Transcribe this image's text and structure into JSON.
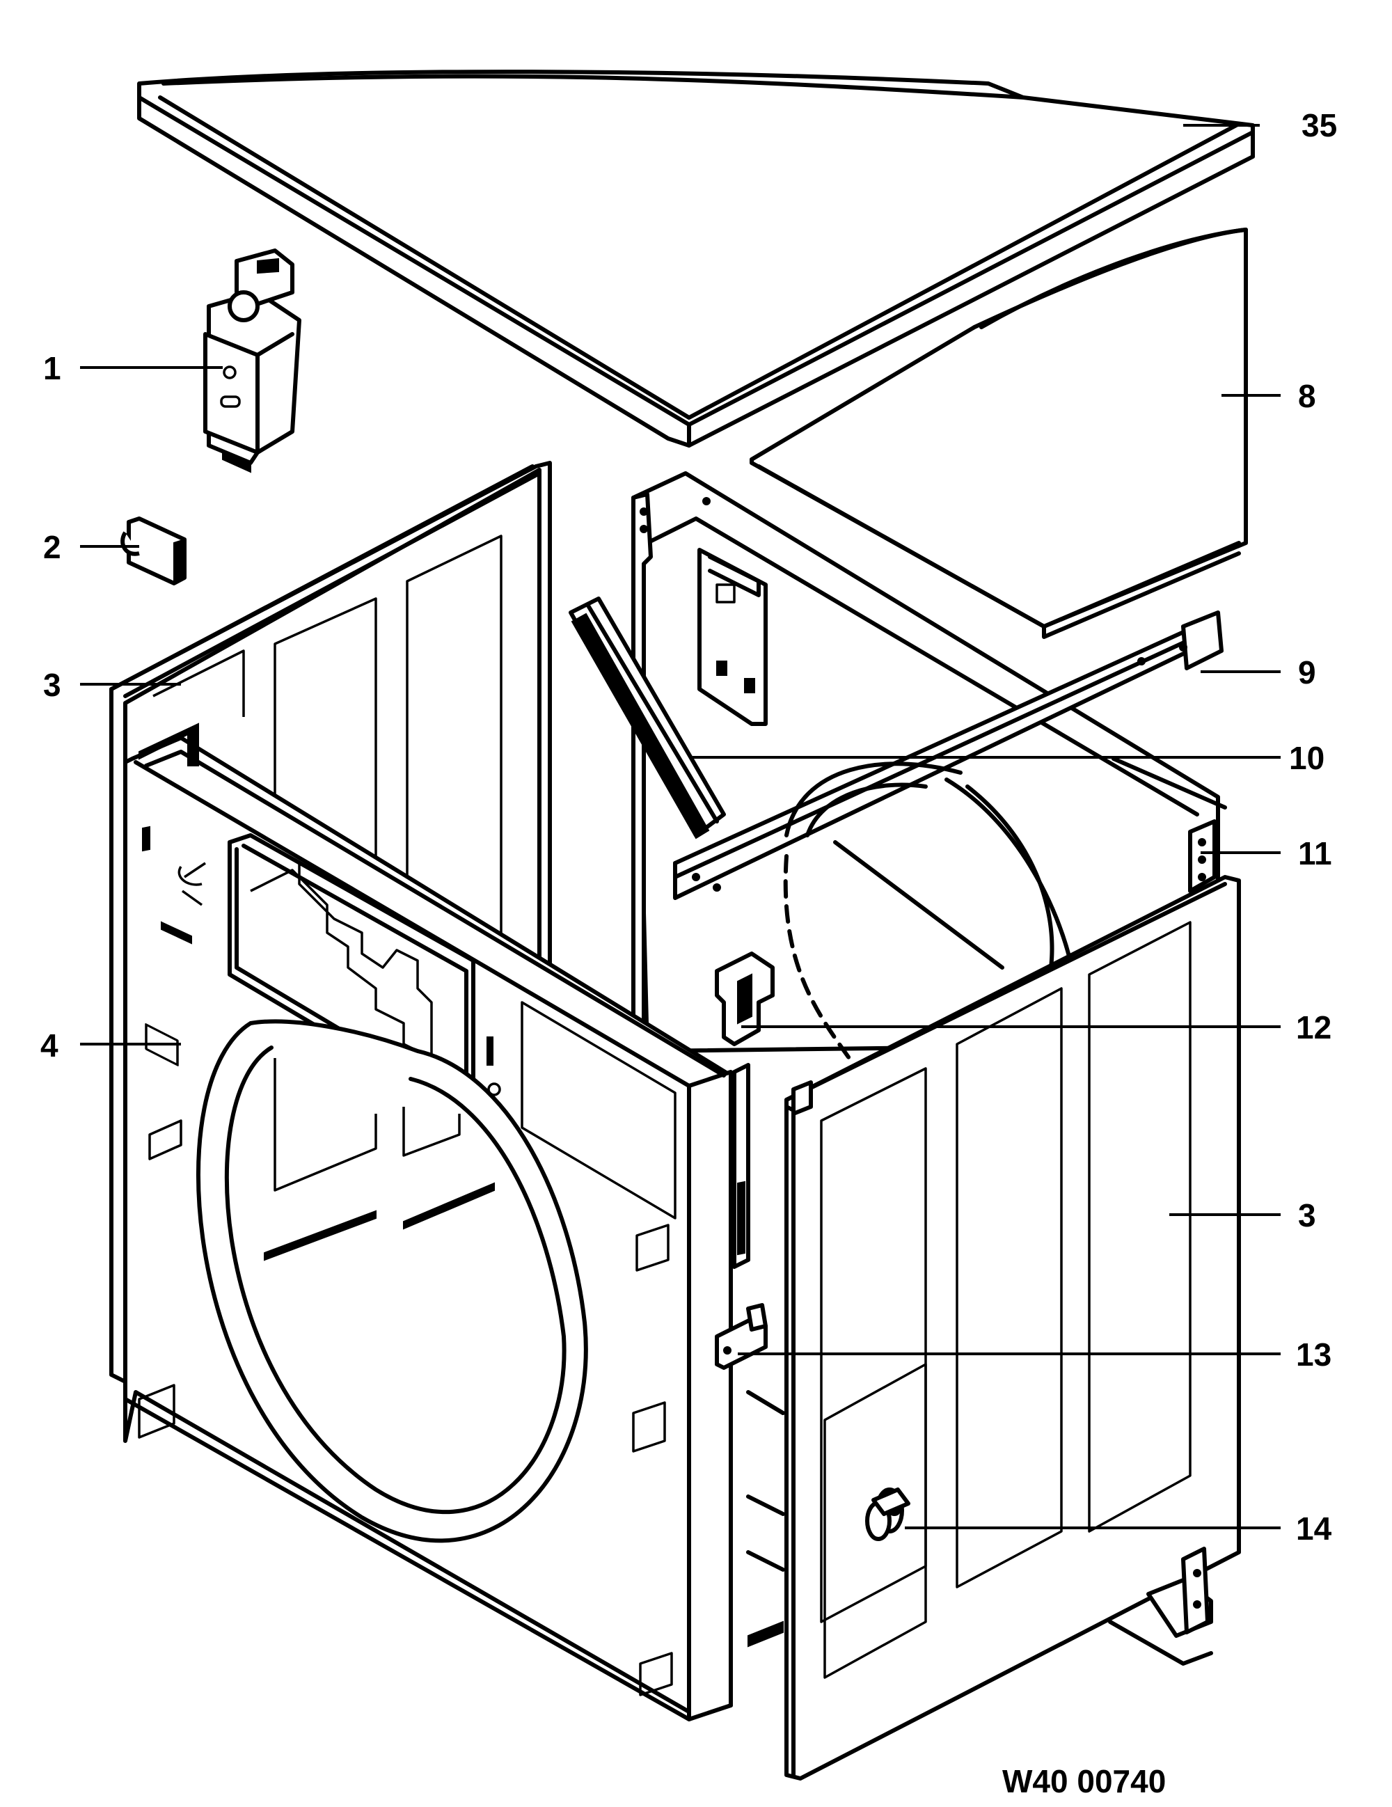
{
  "diagram": {
    "drawing_id": "W40 00740",
    "callouts": [
      {
        "key": "p35",
        "label": "35"
      },
      {
        "key": "p1",
        "label": "1"
      },
      {
        "key": "p8",
        "label": "8"
      },
      {
        "key": "p2",
        "label": "2"
      },
      {
        "key": "p3a",
        "label": "3"
      },
      {
        "key": "p9",
        "label": "9"
      },
      {
        "key": "p10",
        "label": "10"
      },
      {
        "key": "p11",
        "label": "11"
      },
      {
        "key": "p4",
        "label": "4"
      },
      {
        "key": "p12",
        "label": "12"
      },
      {
        "key": "p3b",
        "label": "3"
      },
      {
        "key": "p13",
        "label": "13"
      },
      {
        "key": "p14",
        "label": "14"
      }
    ]
  }
}
